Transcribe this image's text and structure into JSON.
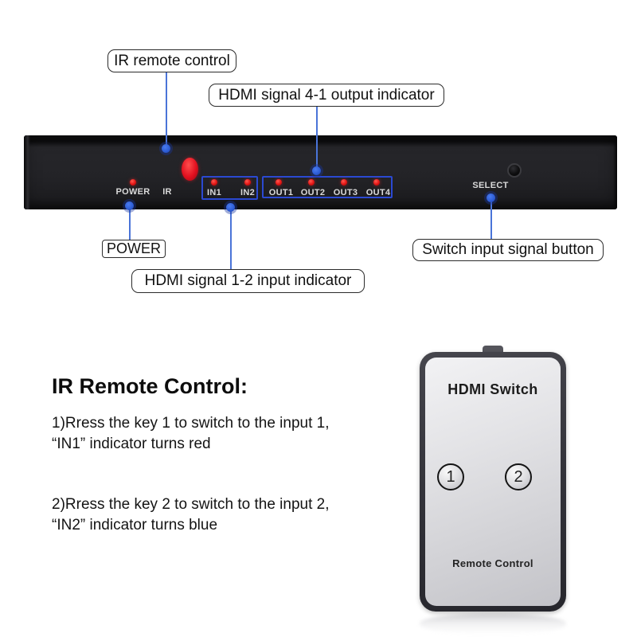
{
  "callouts": {
    "ir_remote": "IR remote control",
    "output_indicator": "HDMI signal 4-1 output indicator",
    "power": "POWER",
    "switch_button": "Switch input signal button",
    "input_indicator": "HDMI signal 1-2 input indicator"
  },
  "device": {
    "power_label": "POWER",
    "ir_label": "IR",
    "input_labels": [
      "IN1",
      "IN2"
    ],
    "output_labels": [
      "OUT1",
      "OUT2",
      "OUT3",
      "OUT4"
    ],
    "select_label": "SELECT"
  },
  "instructions": {
    "heading": "IR Remote Control:",
    "step1": "1)Rress the key 1 to switch to the input 1,\n“IN1” indicator turns red",
    "step2": "2)Rress the key 2 to switch to the input 2,\n“IN2” indicator turns blue"
  },
  "remote": {
    "title": "HDMI Switch",
    "buttons": [
      "1",
      "2"
    ],
    "footer": "Remote Control"
  },
  "colors": {
    "callout_line_blue": "#4a74d8",
    "callout_dot_blue": "#2e5ed6",
    "panel_group_outline_blue": "#2b49d2",
    "led_red": "#e31414",
    "device_body": "#232327",
    "remote_frame": "#33333a",
    "remote_face_silver": "#d8d8dc"
  }
}
